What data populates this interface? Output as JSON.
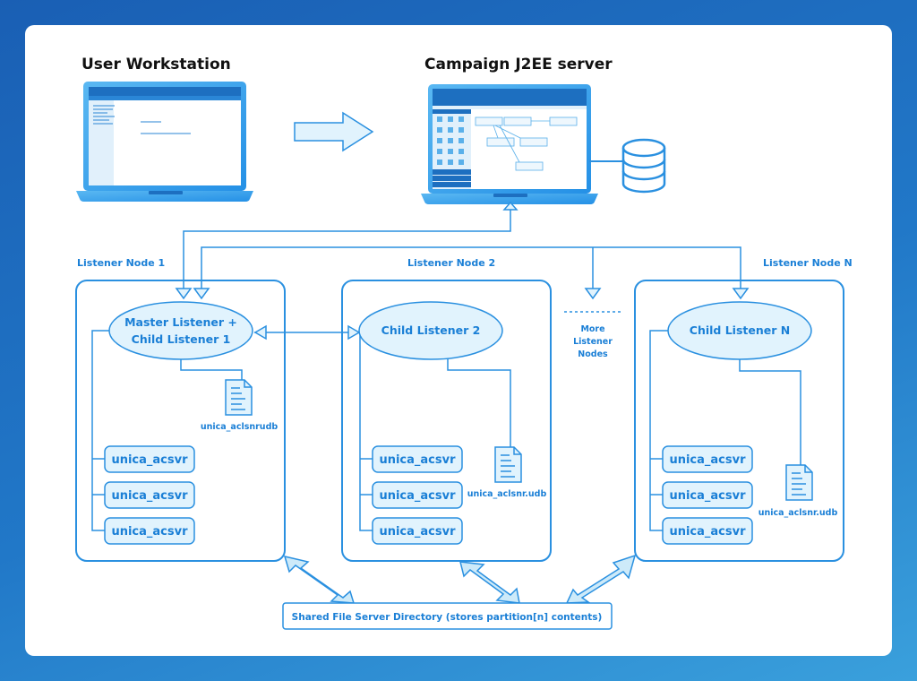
{
  "titles": {
    "workstation": "User Workstation",
    "server": "Campaign J2EE server"
  },
  "nodes": [
    {
      "label": "Listener Node 1",
      "listener_line1": "Master Listener +",
      "listener_line2": "Child Listener 1",
      "file": "unica_aclsnrudb",
      "processes": [
        "unica_acsvr",
        "unica_acsvr",
        "unica_acsvr"
      ]
    },
    {
      "label": "Listener Node 2",
      "listener_line1": "Child Listener 2",
      "file": "unica_aclsnr.udb",
      "processes": [
        "unica_acsvr",
        "unica_acsvr",
        "unica_acsvr"
      ]
    },
    {
      "label": "Listener Node N",
      "listener_line1": "Child Listener N",
      "file": "unica_aclsnr.udb",
      "processes": [
        "unica_acsvr",
        "unica_acsvr",
        "unica_acsvr"
      ]
    }
  ],
  "more_nodes": [
    "More",
    "Listener",
    "Nodes"
  ],
  "shared_dir": "Shared File Server Directory (stores partition[n] contents)",
  "colors": {
    "accent": "#1a7fd6",
    "fill_light": "#e1f3fd",
    "arrow_fill": "#cdeaf9"
  }
}
